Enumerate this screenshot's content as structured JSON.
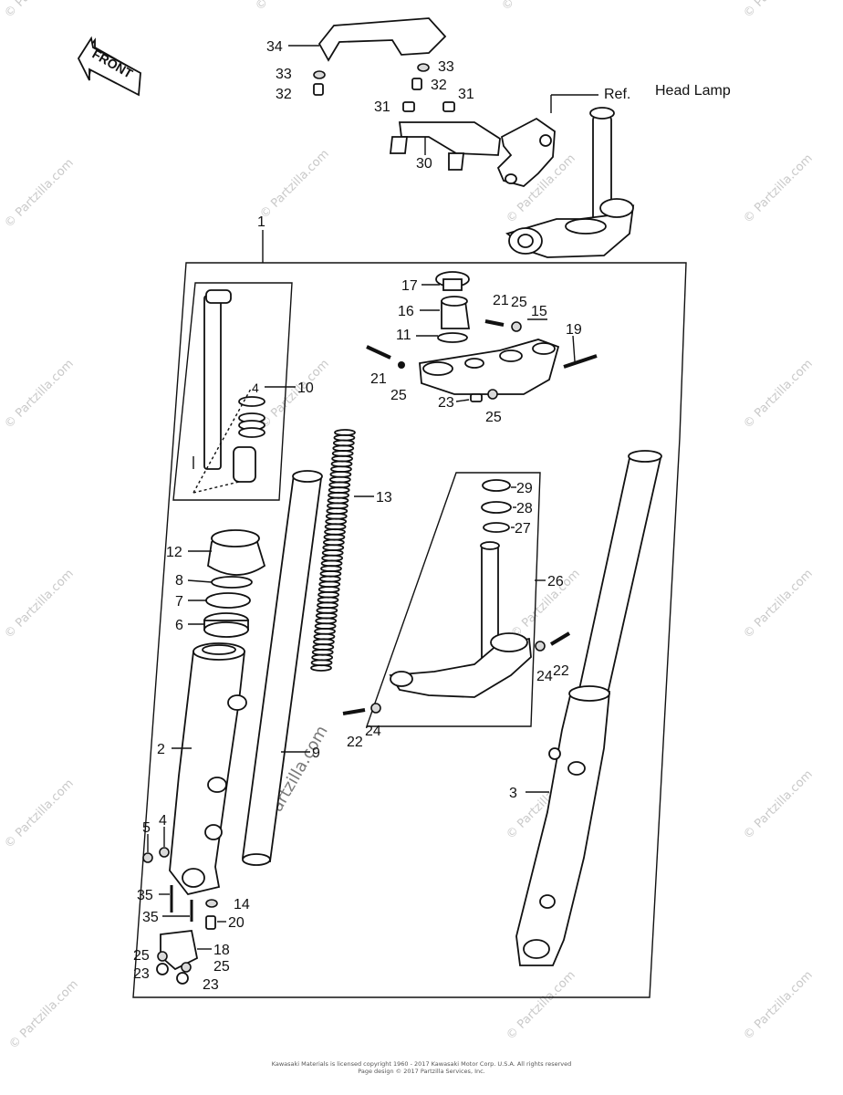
{
  "front_label": "FRONT",
  "ref_label": "Ref.",
  "head_lamp_label": "Head Lamp",
  "watermark": "© Partzilla.com",
  "copyright_line1": "Kawasaki Materials is licensed copyright 1960 - 2017 Kawasaki Motor Corp. U.S.A. All rights reserved",
  "copyright_line2": "Page design © 2017 Partzilla Services, Inc.",
  "callouts": {
    "c1": "1",
    "c2": "2",
    "c3": "3",
    "c4": "4",
    "c5": "5",
    "c6": "6",
    "c7": "7",
    "c8": "8",
    "c9": "9",
    "c10": "10",
    "c11": "11",
    "c12": "12",
    "c13": "13",
    "c14": "14",
    "c15": "15",
    "c16": "16",
    "c17": "17",
    "c18": "18",
    "c19": "19",
    "c20": "20",
    "c21a": "21",
    "c21b": "21",
    "c22a": "22",
    "c22b": "22",
    "c23a": "23",
    "c23b": "23",
    "c23c": "23",
    "c24a": "24",
    "c24b": "24",
    "c25a": "25",
    "c25b": "25",
    "c25c": "25",
    "c25d": "25",
    "c26": "26",
    "c27": "27",
    "c28": "28",
    "c29": "29",
    "c30": "30",
    "c31a": "31",
    "c31b": "31",
    "c32a": "32",
    "c32b": "32",
    "c33a": "33",
    "c33b": "33",
    "c34": "34",
    "c35a": "35",
    "c35b": "35",
    "c_small": "4"
  }
}
